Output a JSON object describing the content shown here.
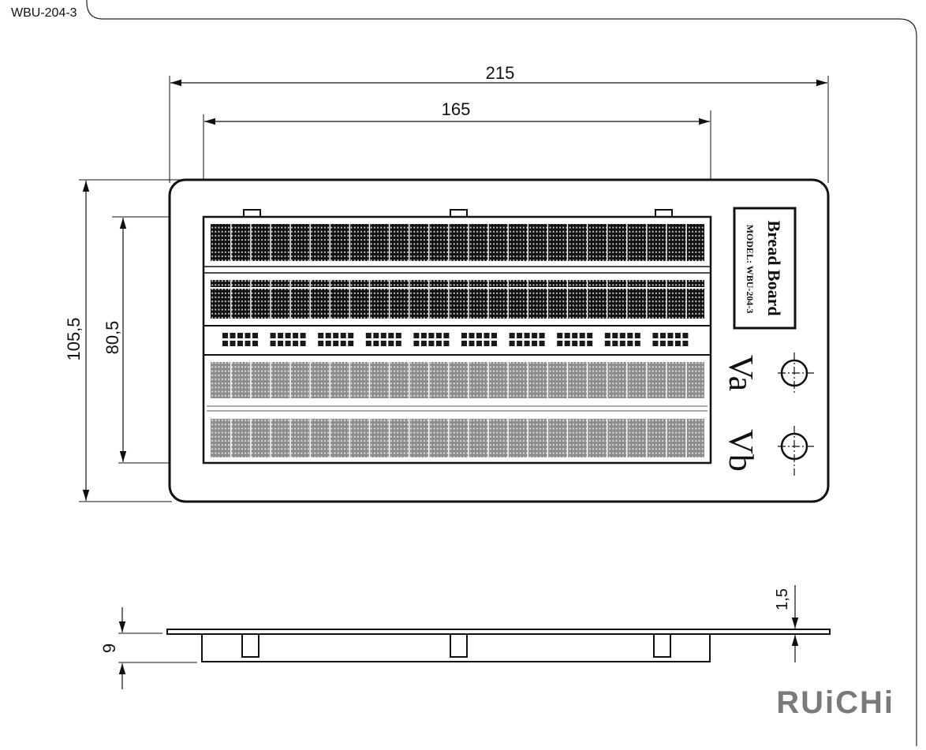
{
  "header": {
    "model_code": "WBU-204-3"
  },
  "dimensions": {
    "overall_width": "215",
    "board_width": "165",
    "overall_height": "105,5",
    "board_height": "80,5",
    "thickness": "9",
    "plate_thickness": "1,5"
  },
  "label_plate": {
    "title": "Bread Board",
    "model": "MODEL: WBU-204-3"
  },
  "terminals": [
    {
      "label": "Va"
    },
    {
      "label": "Vb"
    }
  ],
  "brand": {
    "name": "RUiCHi",
    "letters": [
      {
        "ch": "R",
        "color": "#7a7a7a"
      },
      {
        "ch": "U",
        "color": "#7a7a7a"
      },
      {
        "ch": "i",
        "color": "#7a7a7a"
      },
      {
        "ch": "C",
        "color": "#7a7a7a"
      },
      {
        "ch": "H",
        "color": "#7a7a7a"
      },
      {
        "ch": "i",
        "color": "#7a7a7a"
      }
    ],
    "accent_color": "#d9262b"
  },
  "colors": {
    "ink": "#111111",
    "hole_dark": "#1a1a1a",
    "hole_light": "#8c8c8c"
  }
}
